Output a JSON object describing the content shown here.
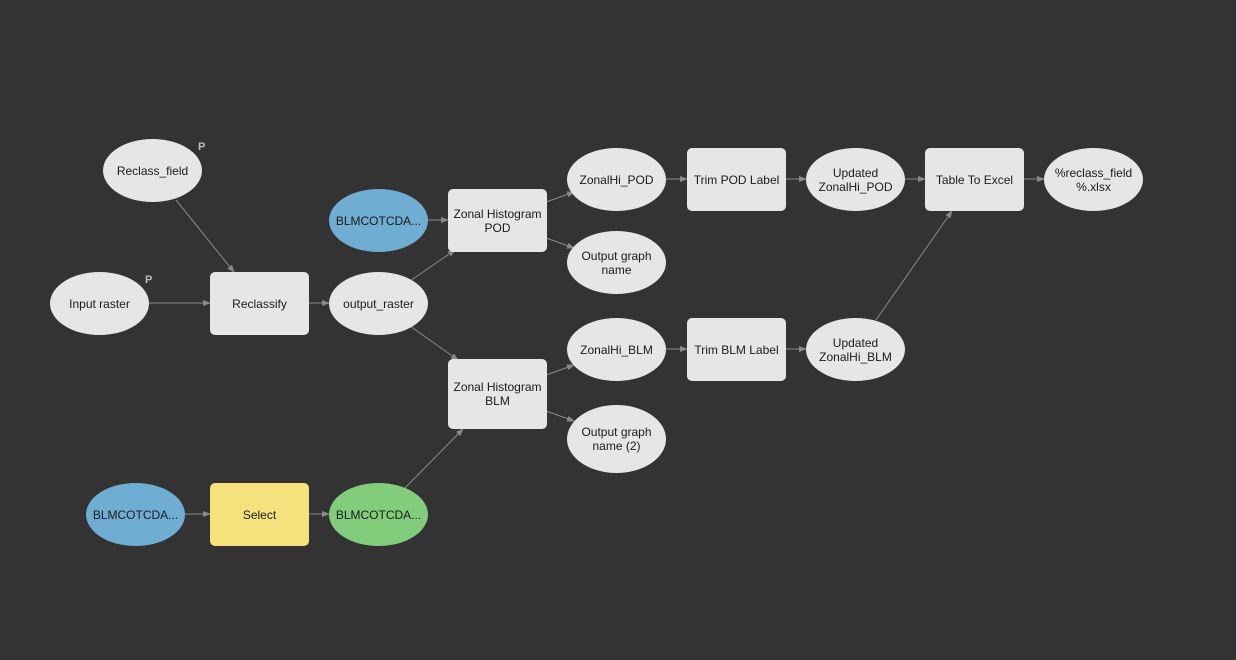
{
  "nodes": {
    "reclass_field": "Reclass_field",
    "input_raster": "Input raster",
    "reclassify": "Reclassify",
    "output_raster": "output_raster",
    "blm_input_top": "BLMCOTCDA...",
    "zonal_histogram_pod": "Zonal Histogram\nPOD",
    "zonalhi_pod": "ZonalHi_POD",
    "output_graph_name": "Output graph\nname",
    "trim_pod_label": "Trim POD Label",
    "updated_zonalhi_pod": "Updated\nZonalHi_POD",
    "table_to_excel": "Table To Excel",
    "xlsx_output": "%reclass_field\n%.xlsx",
    "zonal_histogram_blm": "Zonal Histogram\nBLM",
    "zonalhi_blm": "ZonalHi_BLM",
    "output_graph_name_2": "Output graph\nname (2)",
    "trim_blm_label": "Trim BLM Label",
    "updated_zonalhi_blm": "Updated\nZonalHi_BLM",
    "blm_input_bottom": "BLMCOTCDA...",
    "select": "Select",
    "blm_selected": "BLMCOTCDA..."
  },
  "parameter_marker": "P",
  "colors": {
    "background": "#333333",
    "default_node": "#e6e6e6",
    "input_data": "#70add2",
    "derived_data": "#82cd7c",
    "tool_highlight": "#f5e27d",
    "connector": "#8a8a8a"
  }
}
